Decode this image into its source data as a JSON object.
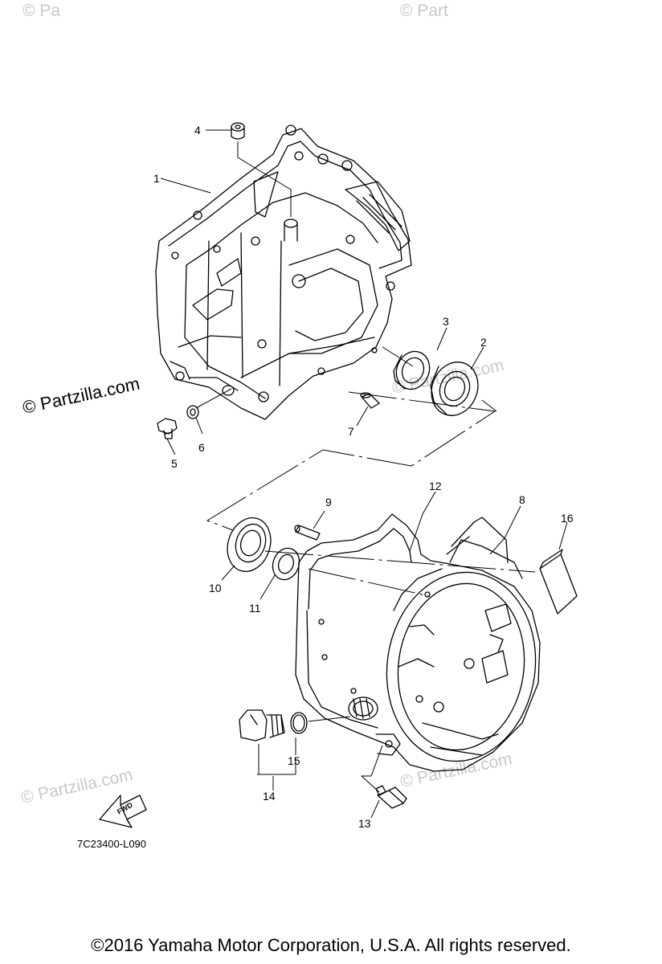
{
  "watermarks": {
    "main": "© Partzilla.com",
    "faint": "© Partzilla.com",
    "corner_left": "© Pa",
    "corner_right": "© Part"
  },
  "parts": [
    "1",
    "2",
    "3",
    "4",
    "5",
    "6",
    "7",
    "8",
    "9",
    "10",
    "11",
    "12",
    "13",
    "14",
    "15",
    "16"
  ],
  "diagram_code": "7C23400-L090",
  "fwd_label": "FWD",
  "copyright": "©2016  Yamaha Motor Corporation, U.S.A. All rights reserved."
}
